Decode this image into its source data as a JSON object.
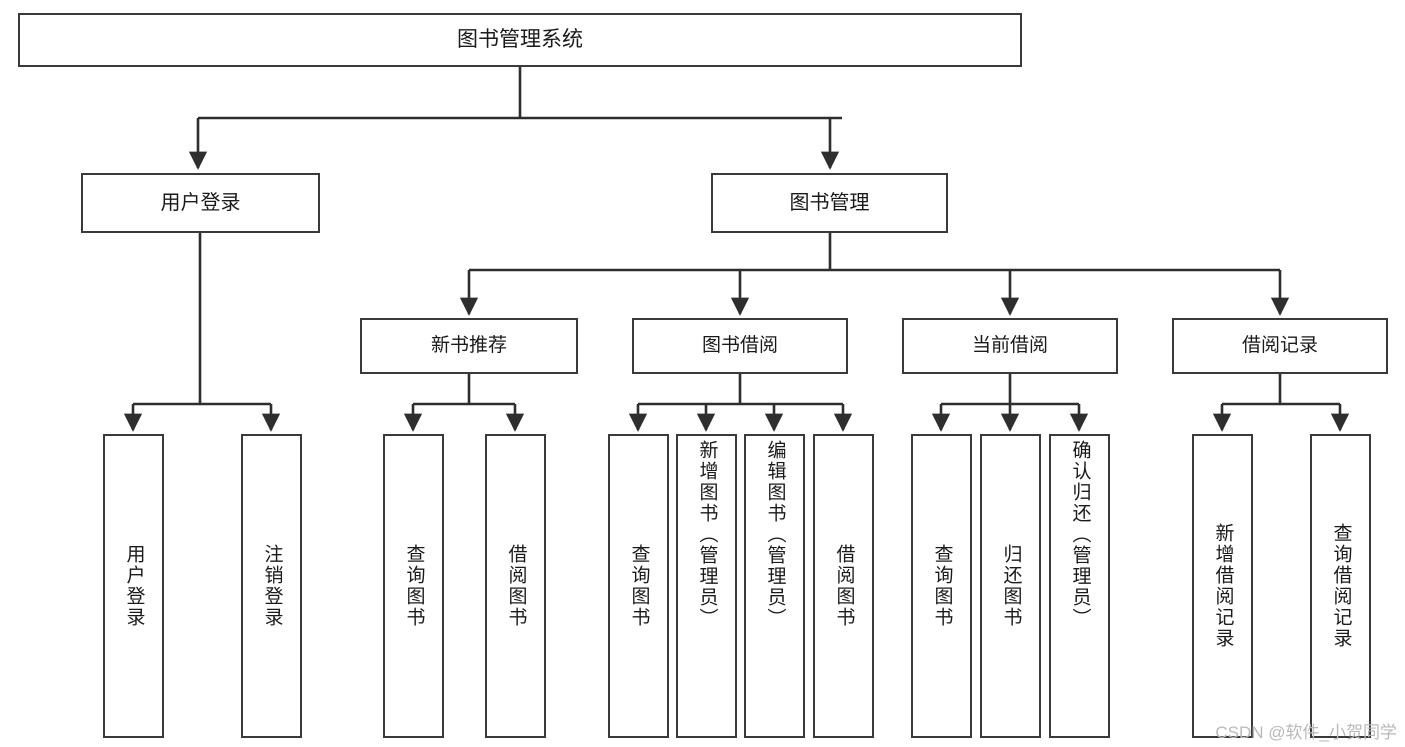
{
  "diagram": {
    "title": "图书管理系统",
    "type": "hierarchy-tree",
    "root": {
      "id": "root",
      "label": "图书管理系统"
    },
    "level2": [
      {
        "id": "user-login",
        "label": "用户登录"
      },
      {
        "id": "book-manage",
        "label": "图书管理"
      }
    ],
    "level3": [
      {
        "id": "new-book-recommend",
        "label": "新书推荐"
      },
      {
        "id": "book-borrow",
        "label": "图书借阅"
      },
      {
        "id": "current-borrow",
        "label": "当前借阅"
      },
      {
        "id": "borrow-record",
        "label": "借阅记录"
      }
    ],
    "leaves": {
      "user_login": [
        {
          "id": "leaf-user-login",
          "label": "用户登录"
        },
        {
          "id": "leaf-logout-login",
          "label": "注销登录"
        }
      ],
      "new_book_recommend": [
        {
          "id": "leaf-query-book-1",
          "label": "查询图书"
        },
        {
          "id": "leaf-borrow-book-1",
          "label": "借阅图书"
        }
      ],
      "book_borrow": [
        {
          "id": "leaf-query-book-2",
          "label": "查询图书"
        },
        {
          "id": "leaf-add-book",
          "label": "新增图书（管理员）"
        },
        {
          "id": "leaf-edit-book",
          "label": "编辑图书（管理员）"
        },
        {
          "id": "leaf-borrow-book-2",
          "label": "借阅图书"
        }
      ],
      "current_borrow": [
        {
          "id": "leaf-query-book-3",
          "label": "查询图书"
        },
        {
          "id": "leaf-return-book",
          "label": "归还图书"
        },
        {
          "id": "leaf-confirm-return",
          "label": "确认归还（管理员）"
        }
      ],
      "borrow_record": [
        {
          "id": "leaf-add-record",
          "label": "新增借阅记录"
        },
        {
          "id": "leaf-query-record",
          "label": "查询借阅记录"
        }
      ]
    }
  },
  "watermark": {
    "text": "CSDN @软件_小贺同学"
  },
  "colors": {
    "stroke": "#3a3a3a",
    "fill": "#ffffff",
    "text": "#1a1a1a",
    "watermark": "#b9b9b9"
  }
}
